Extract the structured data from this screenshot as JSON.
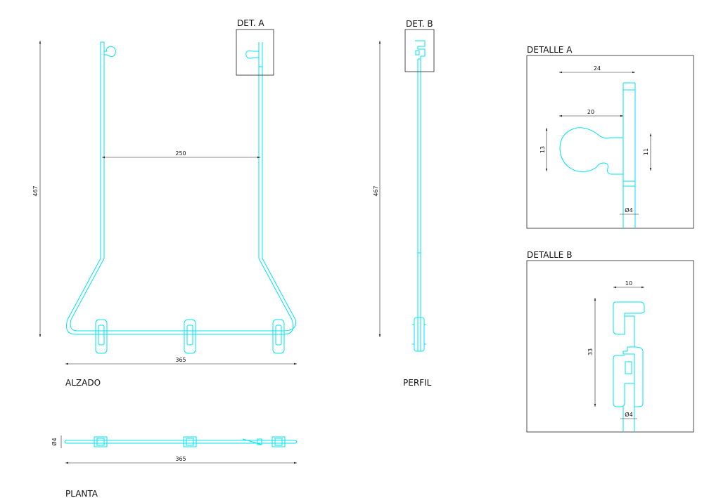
{
  "colors": {
    "part_line": "#00e5ee",
    "dimension_line": "#222222",
    "text": "#111111",
    "background": "#ffffff"
  },
  "views": {
    "alzado": "ALZADO",
    "perfil": "PERFIL",
    "planta": "PLANTA",
    "detalle_a": "DETALLE A",
    "detalle_b": "DETALLE B"
  },
  "callouts": {
    "det_a": "DET. A",
    "det_b": "DET. B"
  },
  "dimensions": {
    "alzado_height": "467",
    "alzado_inner_width": "250",
    "alzado_total_width": "365",
    "perfil_height": "467",
    "planta_diameter": "Ø4",
    "planta_width": "365",
    "det_a_width_24": "24",
    "det_a_width_20": "20",
    "det_a_height_13": "13",
    "det_a_height_11": "11",
    "det_a_diameter": "Ø4",
    "det_b_width_10": "10",
    "det_b_height_33": "33",
    "det_b_diameter": "Ø4"
  }
}
